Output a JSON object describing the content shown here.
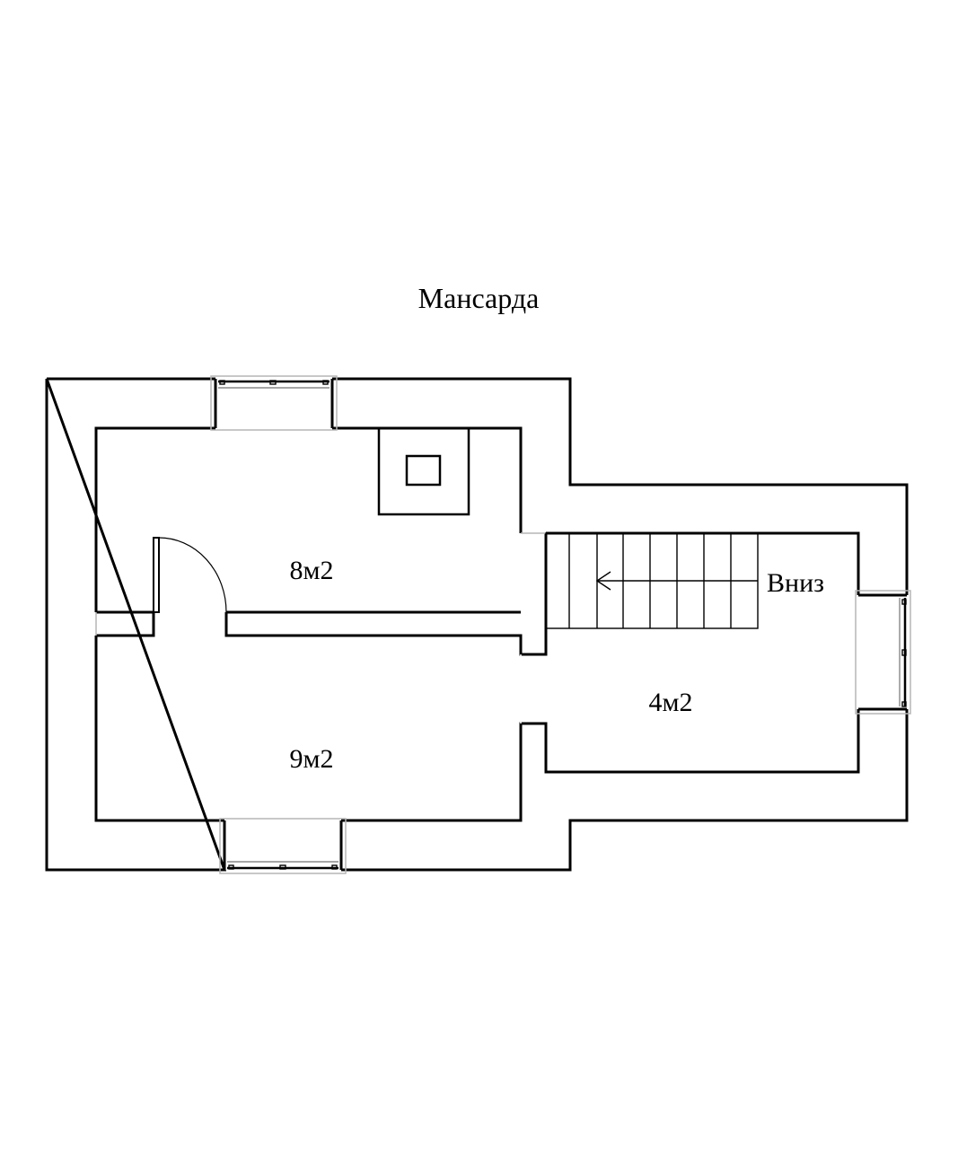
{
  "title": "Мансарда",
  "rooms": [
    {
      "id": "room-top-left",
      "area_label": "8м2"
    },
    {
      "id": "room-bottom-left",
      "area_label": "9м2"
    },
    {
      "id": "room-right",
      "area_label": "4м2"
    }
  ],
  "stairs": {
    "direction_label": "Вниз",
    "step_count": 8
  },
  "colors": {
    "line": "#000000",
    "window_frame": "#b5b5b5",
    "background": "#ffffff"
  }
}
